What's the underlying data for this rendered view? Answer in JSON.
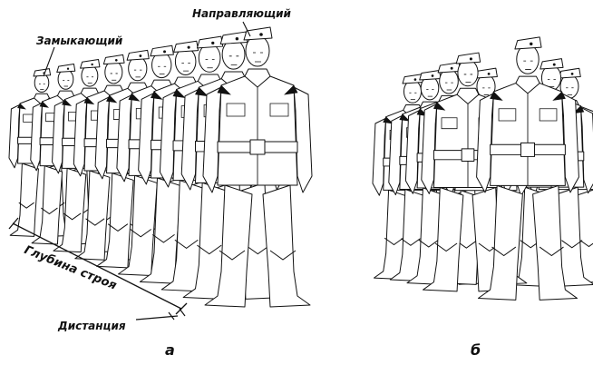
{
  "labels": {
    "closing": "Замыкающий",
    "guide": "Направляющий",
    "depth": "Глубина строя",
    "distance": "Дистанция",
    "fig_a": "а",
    "fig_b": "б"
  },
  "colors": {
    "ink": "#111111",
    "paper": "#ffffff"
  }
}
